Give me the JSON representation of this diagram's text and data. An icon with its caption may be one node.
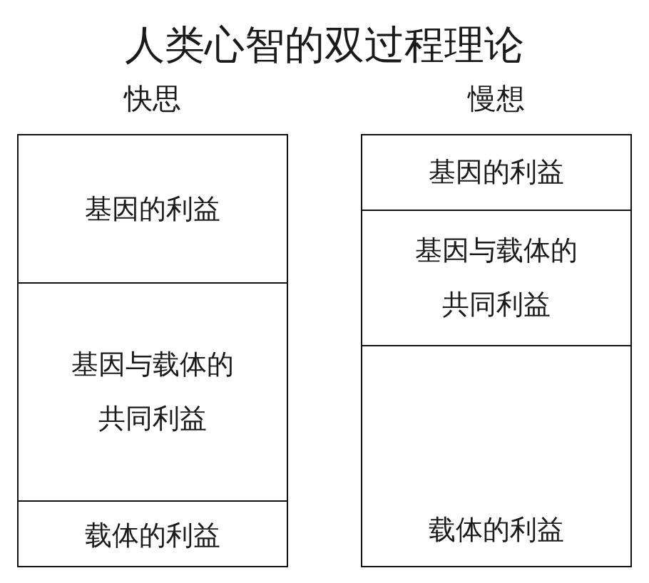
{
  "diagram": {
    "title": "人类心智的双过程理论",
    "nodes": [
      {
        "text": [
          "快思"
        ]
      },
      {
        "text": [
          "基因的利益"
        ],
        "in": 0
      },
      {
        "text": [
          "基因与载体的共同利益"
        ],
        "in": 0
      },
      {
        "text": [
          "载体的利益"
        ],
        "in": 0
      },
      {
        "text": [
          "慢想"
        ]
      },
      {
        "text": [
          "基因的利益"
        ],
        "in": 4
      },
      {
        "text": [
          "基因与载体的共同利益"
        ],
        "in": 4
      },
      {
        "text": [
          "载体的利益"
        ],
        "in": 4
      }
    ]
  }
}
